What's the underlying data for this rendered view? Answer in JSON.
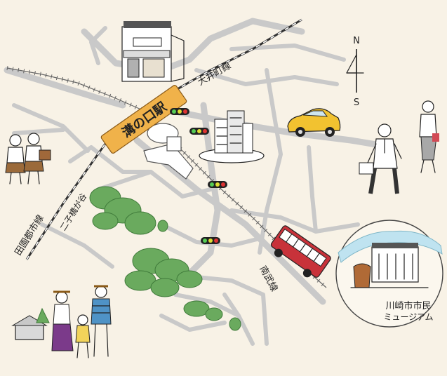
{
  "map": {
    "station": {
      "label": "溝の口駅"
    },
    "railway_labels": {
      "oimachi": "大井町線",
      "denentoshi": "田園都市線",
      "nambu": "南武線",
      "futagogawa": "二子橋が谷"
    },
    "compass": {
      "north": "N",
      "south": "S"
    },
    "museum": {
      "line1": "川崎市市民",
      "line2": "ミュージアム"
    }
  },
  "colors": {
    "background": "#f8f2e6",
    "road": "#c9c9c9",
    "station_band": "#f0b24a",
    "taxi": "#f2c230",
    "bus_red": "#c8323a",
    "tree": "#6aaa5e",
    "river": "#bfe3f0"
  },
  "icons": [
    "traffic-light-icon",
    "taxi-icon",
    "bus-icon",
    "tree-icon",
    "building-icon",
    "person-icon"
  ]
}
